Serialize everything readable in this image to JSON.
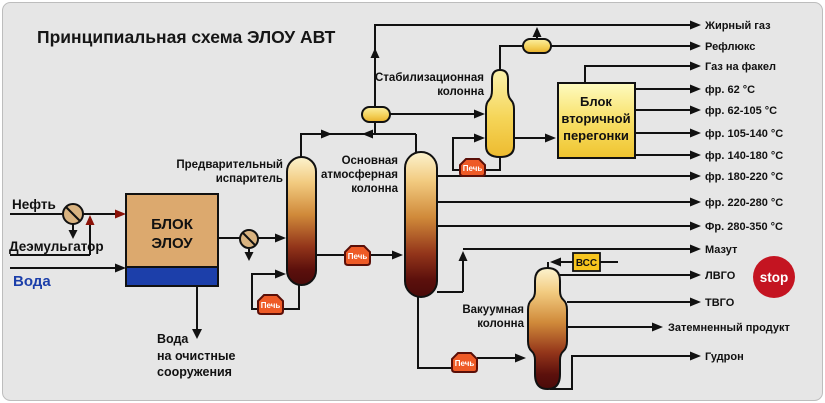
{
  "title": "Принципиальная схема ЭЛОУ АВТ",
  "inputs": {
    "oil": "Нефть",
    "demulsifier": "Деэмульгатор",
    "water": "Вода"
  },
  "elou_block": {
    "line1": "БЛОК",
    "line2": "ЭЛОУ"
  },
  "water_treatment": {
    "line1": "Вода",
    "line2": "на очистные",
    "line3": "сооружения"
  },
  "columns": {
    "preflash": {
      "line1": "Предварительный",
      "line2": "испаритель"
    },
    "atmospheric": {
      "line1": "Основная",
      "line2": "атмосферная",
      "line3": "колонна"
    },
    "stabilizer": {
      "line1": "Стабилизационная",
      "line2": "колонна"
    },
    "vacuum": {
      "line1": "Вакуумная",
      "line2": "колонна"
    }
  },
  "secondary_block": {
    "line1": "Блок",
    "line2": "вторичной",
    "line3": "перегонки"
  },
  "furnace_label": "Печь",
  "vss_label": "ВСС",
  "stop_button": "stop",
  "outputs": [
    {
      "label": "Жирный газ"
    },
    {
      "label": "Рефлюкс"
    },
    {
      "label": "Газ на факел"
    },
    {
      "label": "фр. 62 °С"
    },
    {
      "label": "фр. 62-105 °С"
    },
    {
      "label": "фр. 105-140 °С"
    },
    {
      "label": "фр. 140-180 °С"
    },
    {
      "label": "фр. 180-220 °С"
    },
    {
      "label": "фр. 220-280 °С"
    },
    {
      "label": "Фр. 280-350 °С"
    },
    {
      "label": "Мазут"
    },
    {
      "label": "ЛВГО"
    },
    {
      "label": "ТВГО"
    },
    {
      "label": "Затемненный продукт"
    },
    {
      "label": "Гудрон"
    }
  ],
  "colors": {
    "background": "#e6e6e6",
    "line": "#111111",
    "maroon_arrow": "#8B1208",
    "column_top": "#FCF3CE",
    "column_bottom": "#4A0B0A",
    "elou_tan": "#DCA96E",
    "elou_blue": "#1C3FAA",
    "furnace_orange": "#EE5A26",
    "vss_yellow": "#F7C51E",
    "stop_red": "#C41421"
  }
}
